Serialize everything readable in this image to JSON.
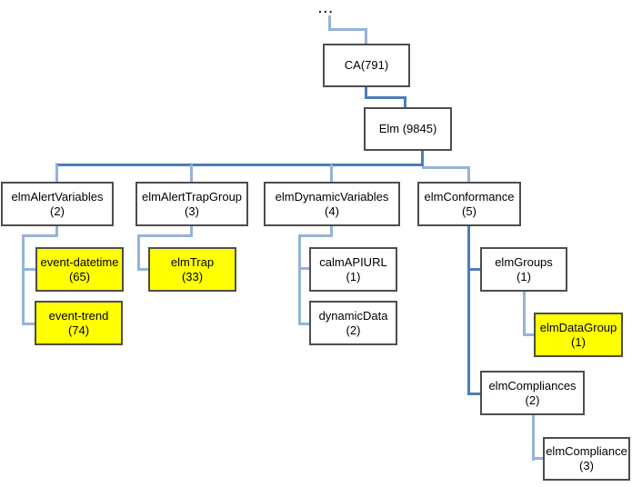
{
  "ellipsis": "...",
  "colors": {
    "node_fill": "#ffffff",
    "highlight_fill": "#ffff00",
    "border_color": "#4d4d4d",
    "connector_dark": "#4a7ebb",
    "connector_light": "#95b3d7",
    "text_color": "#000000"
  },
  "nodes": {
    "ca": {
      "line1": "CA(791)",
      "highlight": false
    },
    "elm": {
      "line1": "Elm (9845)",
      "highlight": false
    },
    "alert_variables": {
      "line1": "elmAlertVariables",
      "line2": "(2)",
      "highlight": false
    },
    "alert_trap_group": {
      "line1": "elmAlertTrapGroup",
      "line2": "(3)",
      "highlight": false
    },
    "dynamic_variables": {
      "line1": "elmDynamicVariables",
      "line2": "(4)",
      "highlight": false
    },
    "conformance": {
      "line1": "elmConformance",
      "line2": "(5)",
      "highlight": false
    },
    "event_datetime": {
      "line1": "event-datetime",
      "line2": "(65)",
      "highlight": true
    },
    "event_trend": {
      "line1": "event-trend",
      "line2": "(74)",
      "highlight": true
    },
    "elm_trap": {
      "line1": "elmTrap",
      "line2": "(33)",
      "highlight": true
    },
    "calm_apiurl": {
      "line1": "calmAPIURL",
      "line2": "(1)",
      "highlight": false
    },
    "dynamic_data": {
      "line1": "dynamicData",
      "line2": "(2)",
      "highlight": false
    },
    "elm_groups": {
      "line1": "elmGroups",
      "line2": "(1)",
      "highlight": false
    },
    "elm_data_group": {
      "line1": "elmDataGroup",
      "line2": "(1)",
      "highlight": true
    },
    "elm_compliances": {
      "line1": "elmCompliances",
      "line2": "(2)",
      "highlight": false
    },
    "elm_compliance": {
      "line1": "elmCompliance",
      "line2": "(3)",
      "highlight": false
    }
  }
}
